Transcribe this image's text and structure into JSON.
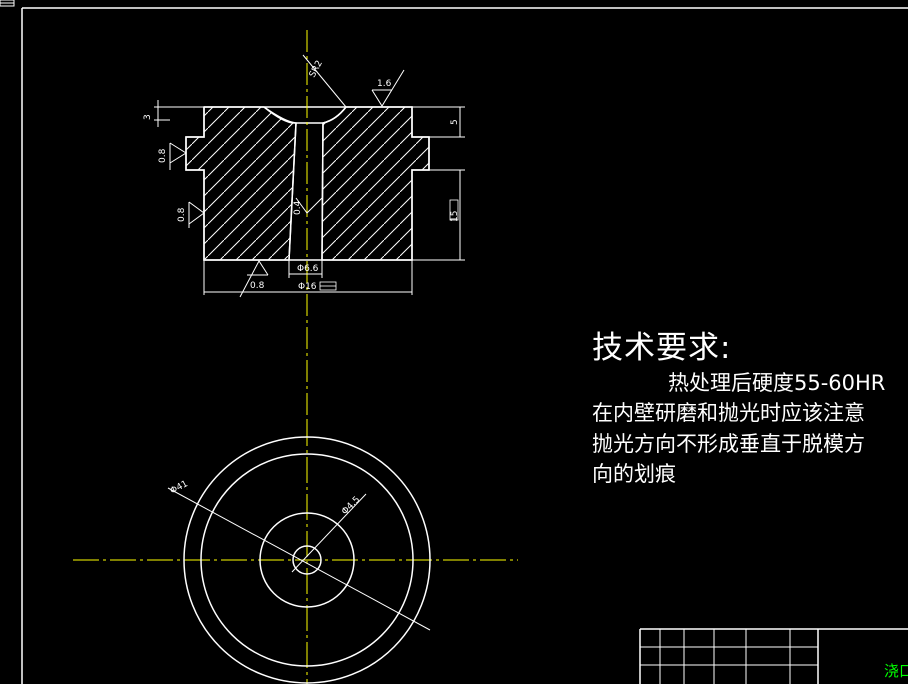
{
  "technical_requirements": {
    "title": "技术要求:",
    "lines": [
      "热处理后硬度55-60HR",
      "在内壁研磨和抛光时应该注意",
      "抛光方向不形成垂直于脱模方",
      "向的划痕"
    ]
  },
  "dimensions": {
    "sphere_radius": "SR2",
    "roughness_top": "1.6",
    "roughness_flange": "0.8",
    "roughness_side": "0.8",
    "roughness_bore": "0.4",
    "roughness_bottom": "0.8",
    "height_3": "3",
    "height_5": "5",
    "height_15": "15",
    "bore_diameter": "Φ6.6",
    "outer_diameter": "Φ16",
    "circle_41": "Φ41",
    "circle_45": "Φ4.5"
  },
  "title_block": {
    "text": "浇口"
  }
}
